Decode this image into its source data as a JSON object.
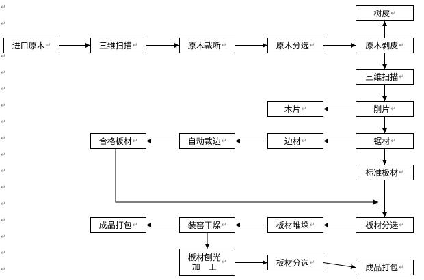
{
  "margin_mark": "↵",
  "mark": "↵",
  "nodes": {
    "jinkou_yuanmu": "进口原木",
    "sanwei_saomiao_1": "三维扫描",
    "yuanmu_caiduan": "原木裁断",
    "yuanmu_fenxuan": "原木分选",
    "yuanmu_bopi": "原木剥皮",
    "shupi": "树皮",
    "sanwei_saomiao_2": "三维扫描",
    "xuepian": "削片",
    "mupian": "木片",
    "juju": "锯材",
    "biancai": "边材",
    "zidong_caibian": "自动裁边",
    "hege_bancai": "合格板材",
    "biaozhun_bancai": "标准板材",
    "bancai_fenxuan_1": "板材分选",
    "bancai_duiduo": "板材堆垛",
    "zhuangyao_ganzao": "装窑干燥",
    "chengpin_dabao_1": "成品打包",
    "bancai_baoguang": "板材刨光\n加　工",
    "bancai_fenxuan_2": "板材分选",
    "chengpin_dabao_2": "成品打包"
  }
}
